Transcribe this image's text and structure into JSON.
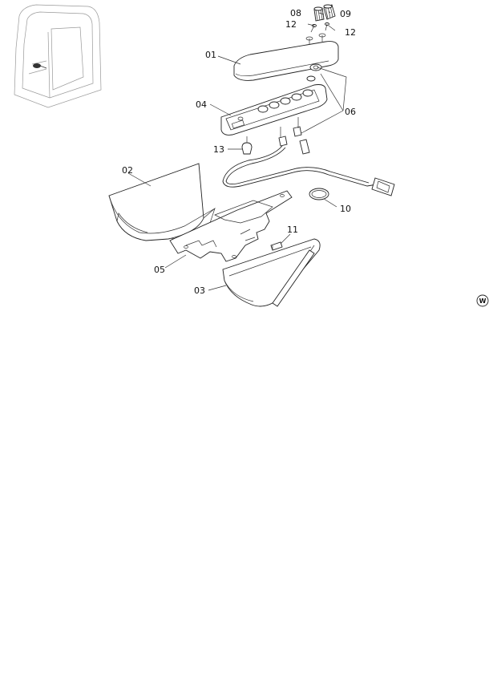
{
  "labels": {
    "p01": "01",
    "p02": "02",
    "p03": "03",
    "p04": "04",
    "p05": "05",
    "p06": "06",
    "p08": "08",
    "p09": "09",
    "p10": "10",
    "p11": "11",
    "p12a": "12",
    "p12b": "12",
    "p13": "13"
  },
  "mark": "W"
}
